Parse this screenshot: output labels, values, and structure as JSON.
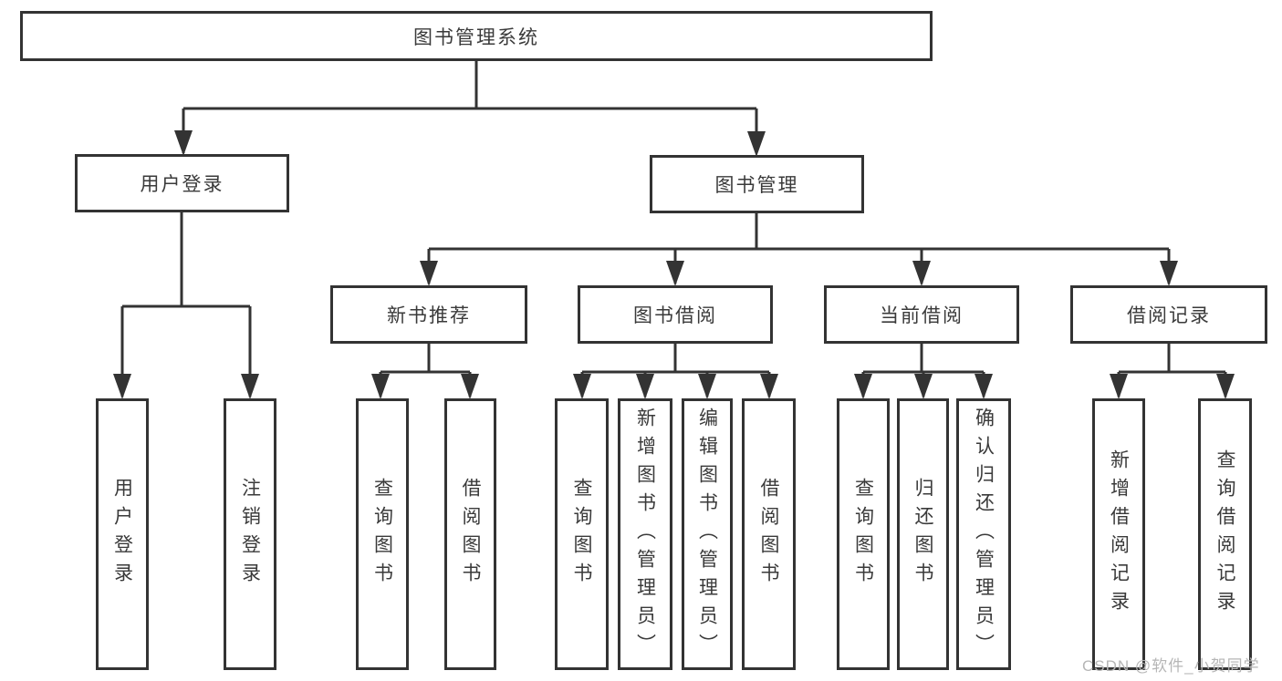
{
  "colors": {
    "line": "#333333",
    "text": "#3a3a3a",
    "watermark": "#b6b6b6",
    "background": "#ffffff"
  },
  "watermark": "CSDN @软件_小贺同学",
  "nodes": {
    "root": "图书管理系统",
    "user_login": "用户登录",
    "book_management": "图书管理",
    "new_book_recommend": "新书推荐",
    "book_borrow": "图书借阅",
    "current_borrow": "当前借阅",
    "borrow_records": "借阅记录",
    "leaf_user_login": "用户登录",
    "leaf_logout": "注销登录",
    "leaf_nb_query_books": "查询图书",
    "leaf_nb_borrow_books": "借阅图书",
    "leaf_bw_query_books": "查询图书",
    "leaf_bw_add_books": "新增图书（管理员）",
    "leaf_bw_edit_books": "编辑图书（管理员）",
    "leaf_bw_borrow_books": "借阅图书",
    "leaf_cur_query_books": "查询图书",
    "leaf_cur_return_books": "归还图书",
    "leaf_cur_confirm_return": "确认归还（管理员）",
    "leaf_rec_add_record": "新增借阅记录",
    "leaf_rec_query_record": "查询借阅记录"
  },
  "structure": {
    "图书管理系统": {
      "用户登录": [
        "用户登录",
        "注销登录"
      ],
      "图书管理": {
        "新书推荐": [
          "查询图书",
          "借阅图书"
        ],
        "图书借阅": [
          "查询图书",
          "新增图书（管理员）",
          "编辑图书（管理员）",
          "借阅图书"
        ],
        "当前借阅": [
          "查询图书",
          "归还图书",
          "确认归还（管理员）"
        ],
        "借阅记录": [
          "新增借阅记录",
          "查询借阅记录"
        ]
      }
    }
  }
}
